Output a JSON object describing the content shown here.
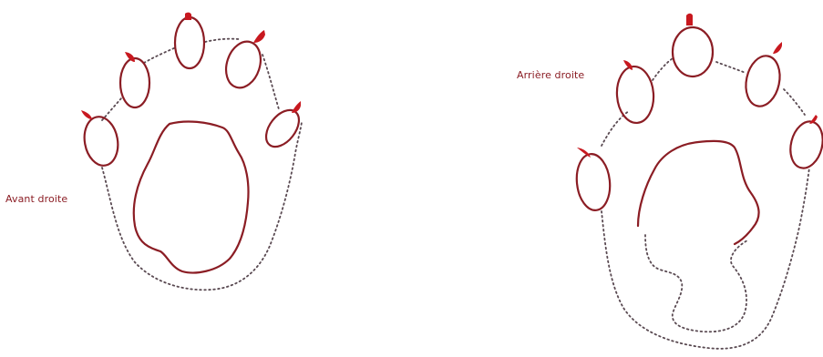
{
  "tracks": [
    {
      "id": "front-right",
      "label": "Avant droite"
    },
    {
      "id": "hind-right",
      "label": "Arrière droite"
    }
  ],
  "colors": {
    "pad_outline": "#8b1d24",
    "claw": "#c8181f",
    "dotted_outline": "#5a4a52",
    "label_text": "#8b1d24",
    "background": "#ffffff"
  }
}
